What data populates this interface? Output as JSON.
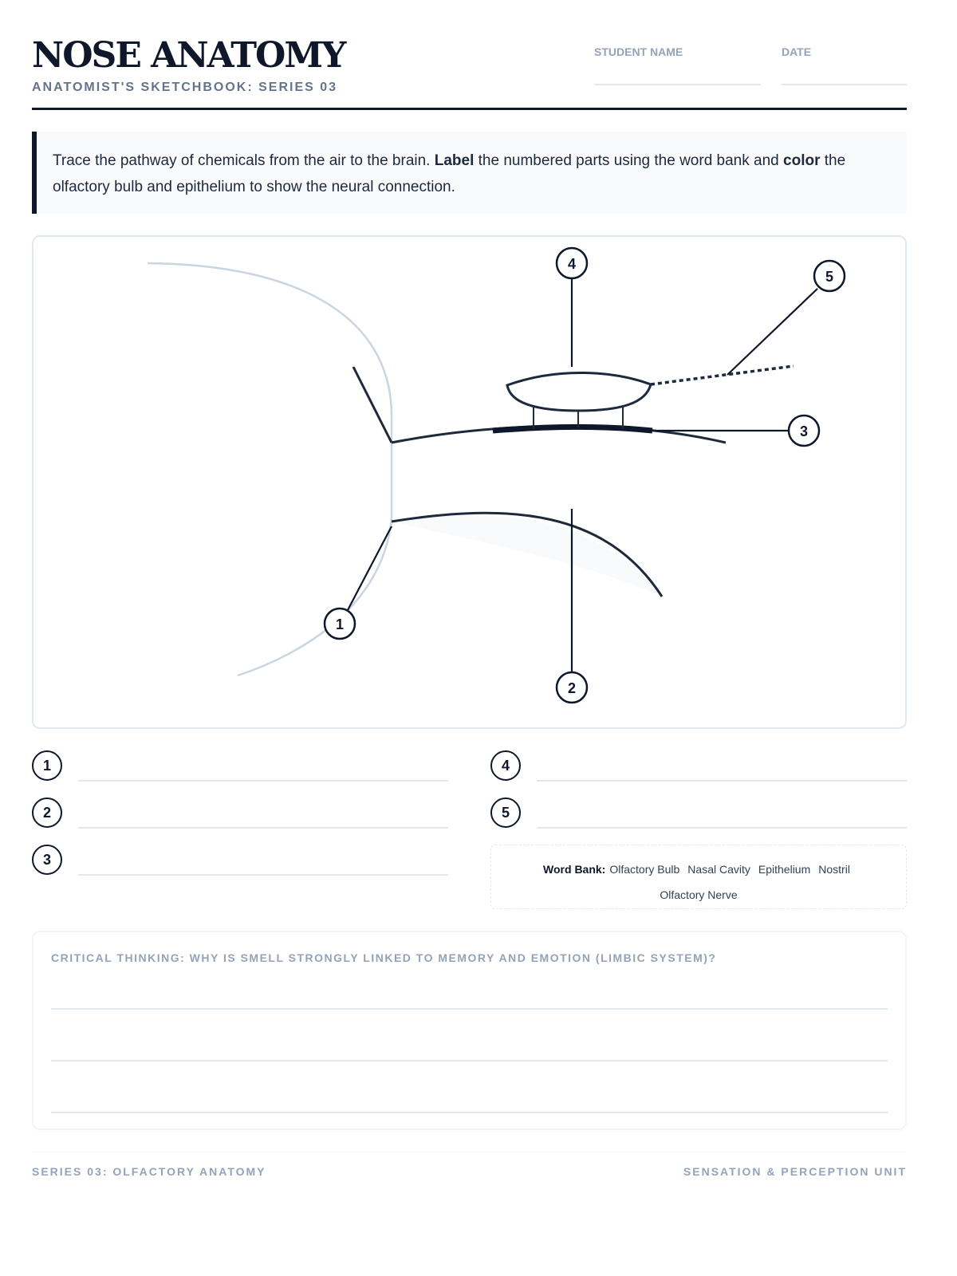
{
  "header": {
    "title": "NOSE ANATOMY",
    "subtitle": "ANATOMIST'S SKETCHBOOK: SERIES 03",
    "student_name_label": "STUDENT NAME",
    "date_label": "DATE"
  },
  "instructions": {
    "p1": "Trace the pathway of chemicals from the air to the brain. ",
    "b1": "Label",
    "p2": " the numbered parts using the word bank and ",
    "b2": "color",
    "p3": " the olfactory bulb and epithelium to show the neural connection."
  },
  "diagram": {
    "markers": [
      "1",
      "2",
      "3",
      "4",
      "5"
    ]
  },
  "answers": [
    "1",
    "2",
    "3",
    "4",
    "5"
  ],
  "word_bank": {
    "label": "Word Bank:",
    "words": [
      "Olfactory Bulb",
      "Nasal Cavity",
      "Epithelium",
      "Nostril",
      "Olfactory Nerve"
    ]
  },
  "critical_thinking": {
    "question": "CRITICAL THINKING: WHY IS SMELL STRONGLY LINKED TO MEMORY AND EMOTION (LIMBIC SYSTEM)?"
  },
  "footer": {
    "left": "SERIES 03: OLFACTORY ANATOMY",
    "right": "SENSATION & PERCEPTION UNIT"
  }
}
